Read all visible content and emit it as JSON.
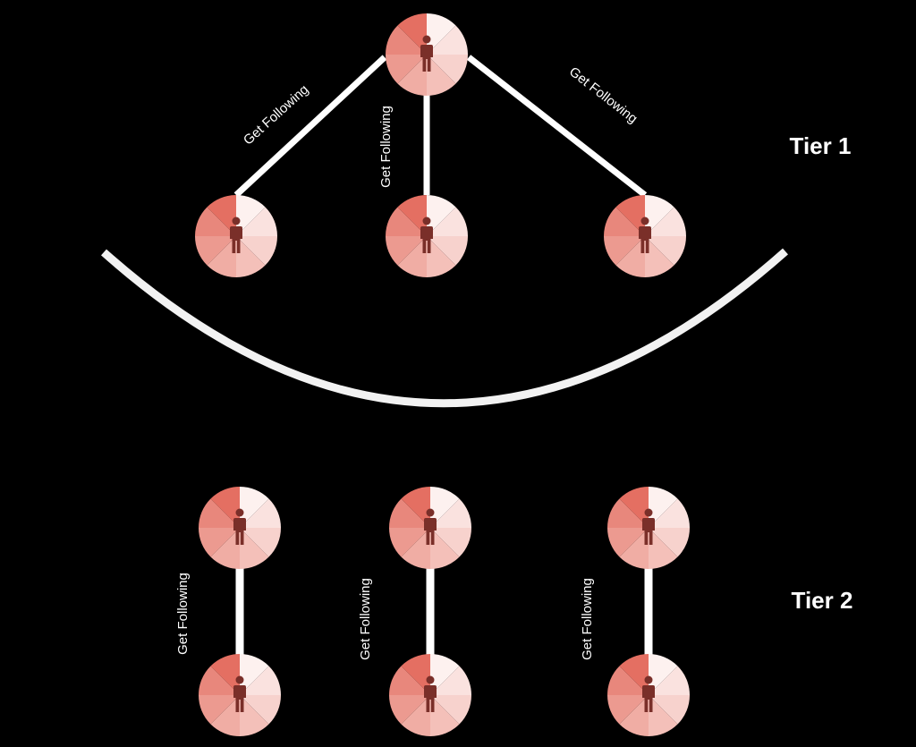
{
  "diagram": {
    "background": "#000000",
    "line_color": "#ffffff",
    "arc_color": "#f2f2f2",
    "node_palette": [
      "#e46f62",
      "#e8877c",
      "#ec9a90",
      "#f0ada4",
      "#f4c0b9",
      "#f7d2cd",
      "#fae2df",
      "#fdf1ef"
    ],
    "person_color": "#7a2f29",
    "node_icon": "person-icon",
    "tiers": [
      {
        "label": "Tier 1"
      },
      {
        "label": "Tier 2"
      }
    ],
    "edges": [
      {
        "label": "Get Following"
      },
      {
        "label": "Get Following"
      },
      {
        "label": "Get Following"
      },
      {
        "label": "Get Following"
      },
      {
        "label": "Get Following"
      },
      {
        "label": "Get Following"
      }
    ]
  }
}
